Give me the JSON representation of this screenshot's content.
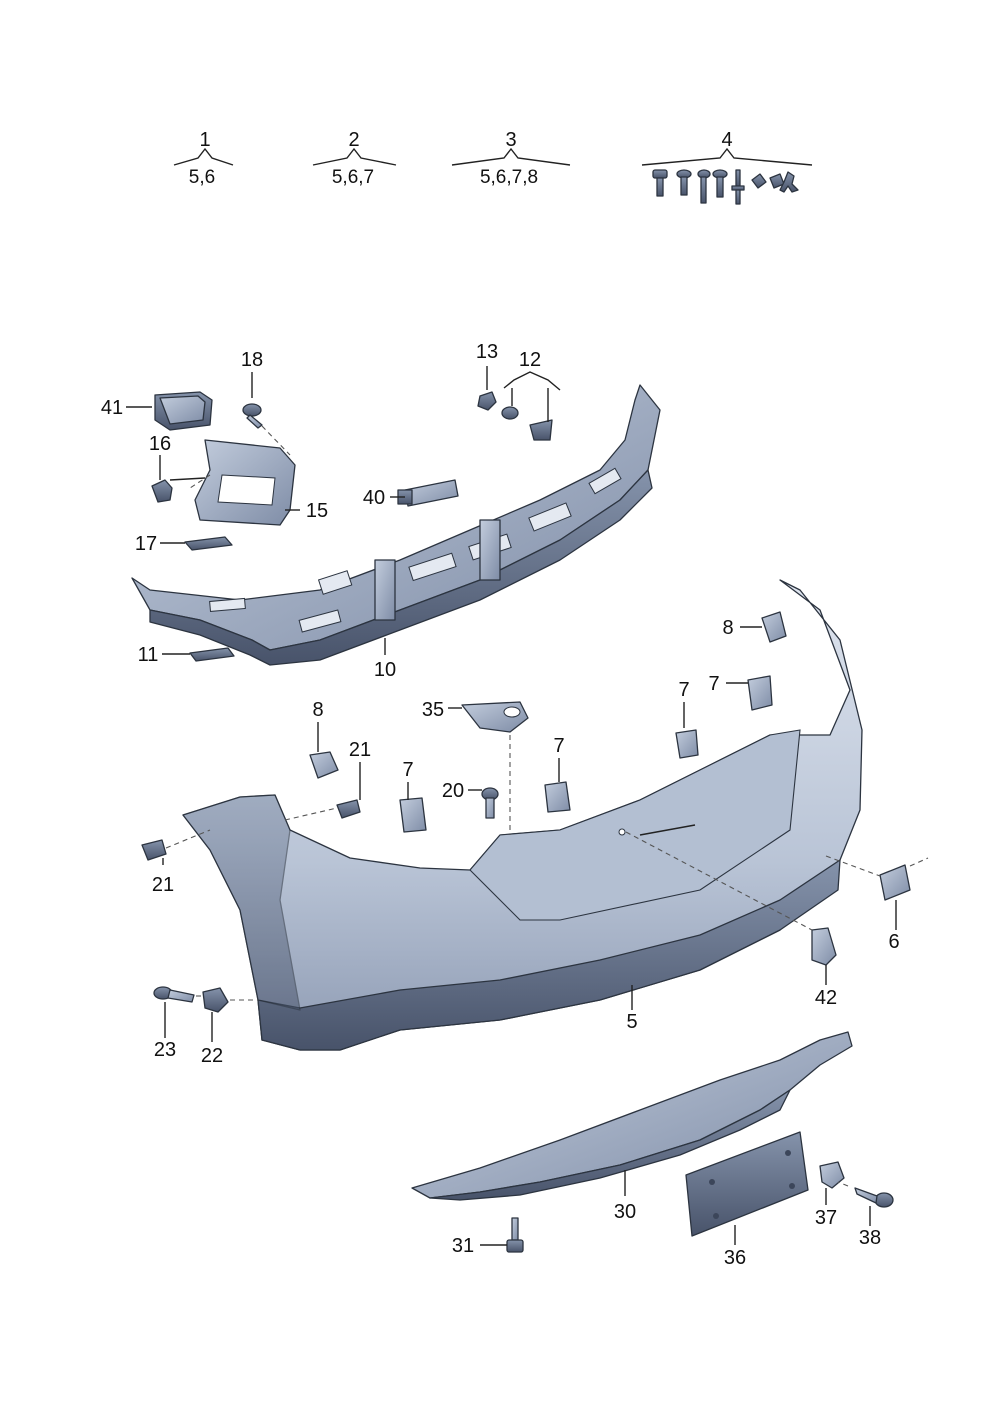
{
  "kits": [
    {
      "number": "1",
      "contents": "5,6"
    },
    {
      "number": "2",
      "contents": "5,6,7"
    },
    {
      "number": "3",
      "contents": "5,6,7,8"
    },
    {
      "number": "4",
      "contents": ""
    }
  ],
  "callouts": {
    "c41": "41",
    "c18": "18",
    "c13": "13",
    "c12": "12",
    "c16": "16",
    "c15": "15",
    "c40": "40",
    "c17": "17",
    "c11": "11",
    "c10": "10",
    "c8a": "8",
    "c8b": "8",
    "c7a": "7",
    "c7b": "7",
    "c7c": "7",
    "c7d": "7",
    "c35": "35",
    "c21a": "21",
    "c21b": "21",
    "c20": "20",
    "c6": "6",
    "c42": "42",
    "c5": "5",
    "c23": "23",
    "c22": "22",
    "c30": "30",
    "c31": "31",
    "c36": "36",
    "c37": "37",
    "c38": "38"
  },
  "colors": {
    "part_light": "#c9d3e3",
    "part_mid": "#9aa8bf",
    "part_dark": "#55617a",
    "outline": "#2c3440"
  }
}
